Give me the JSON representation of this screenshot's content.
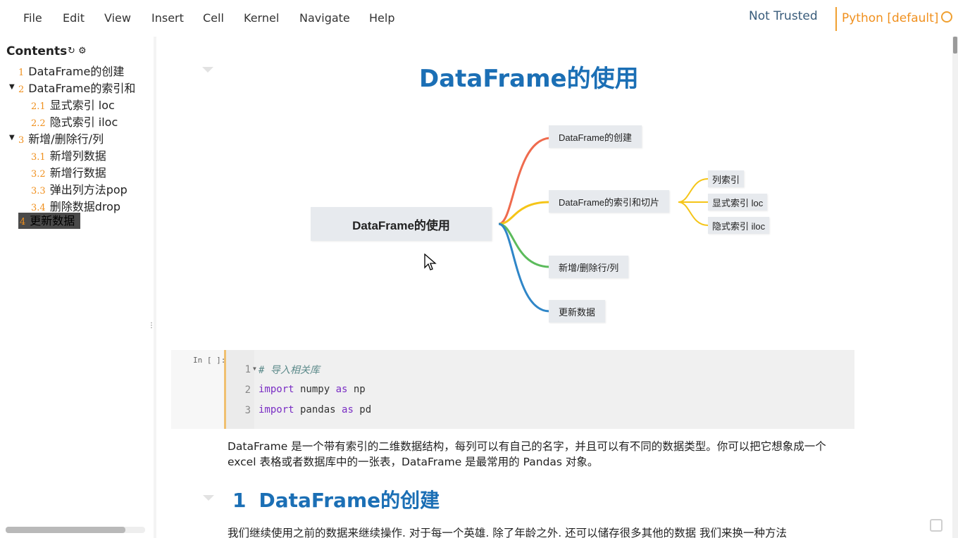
{
  "menubar": {
    "items": [
      "File",
      "Edit",
      "View",
      "Insert",
      "Cell",
      "Kernel",
      "Navigate",
      "Help"
    ],
    "trust_status": "Not Trusted",
    "kernel_name": "Python [default]"
  },
  "toc": {
    "title": "Contents",
    "items": [
      {
        "num": "1",
        "label": "DataFrame的创建"
      },
      {
        "num": "2",
        "label": "DataFrame的索引和"
      },
      {
        "num": "2.1",
        "label": "显式索引 loc"
      },
      {
        "num": "2.2",
        "label": "隐式索引 iloc"
      },
      {
        "num": "3",
        "label": "新增/删除行/列"
      },
      {
        "num": "3.1",
        "label": "新增列数据"
      },
      {
        "num": "3.2",
        "label": "新增行数据"
      },
      {
        "num": "3.3",
        "label": "弹出列方法pop"
      },
      {
        "num": "3.4",
        "label": "删除数据drop"
      },
      {
        "num": "4",
        "label": "更新数据"
      }
    ]
  },
  "notebook": {
    "title": "DataFrame的使用",
    "mindmap": {
      "root": "DataFrame的使用",
      "branches": [
        "DataFrame的创建",
        "DataFrame的索引和切片",
        "新增/删除行/列",
        "更新数据"
      ],
      "sub_branches": [
        "列索引",
        "显式索引 loc",
        "隐式索引 iloc"
      ],
      "colors": [
        "#ef6b4e",
        "#f5c518",
        "#5cbb5c",
        "#2f86c8"
      ]
    },
    "code_cell": {
      "prompt": "In [ ]:",
      "lines": [
        {
          "num": "1",
          "comment": "# 导入相关库"
        },
        {
          "num": "2",
          "kw1": "import",
          "mod": " numpy ",
          "kw2": "as",
          "alias": " np"
        },
        {
          "num": "3",
          "kw1": "import",
          "mod": " pandas ",
          "kw2": "as",
          "alias": " pd"
        }
      ]
    },
    "intro_text": "DataFrame 是一个带有索引的二维数据结构，每列可以有自己的名字，并且可以有不同的数据类型。你可以把它想象成一个 excel 表格或者数据库中的一张表，DataFrame 是最常用的 Pandas 对象。",
    "section1_num": "1",
    "section1_title": "DataFrame的创建",
    "section1_text": "我们继续使用之前的数据来继续操作. 对于每一个英雄. 除了年龄之外. 还可以储存很多其他的数据 我们来换一种方法"
  }
}
